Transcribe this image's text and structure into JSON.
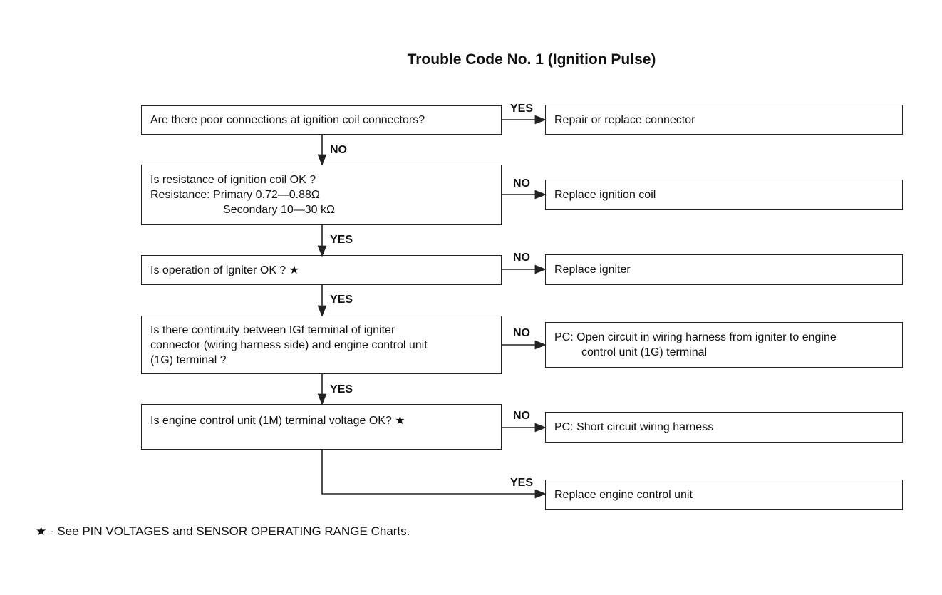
{
  "title": "Trouble Code No. 1 (Ignition Pulse)",
  "questions": [
    {
      "lines": [
        "Are there poor connections at ignition coil connectors?"
      ]
    },
    {
      "lines": [
        "Is resistance of ignition coil OK ?",
        "Resistance: Primary 0.72—0.88Ω",
        "Secondary 10—30 kΩ"
      ]
    },
    {
      "lines": [
        "Is operation of igniter OK ? ★"
      ]
    },
    {
      "lines": [
        "Is there continuity between IGf terminal of igniter",
        "connector (wiring harness side) and engine control unit",
        "(1G) terminal ?"
      ]
    },
    {
      "lines": [
        "Is engine control unit (1M) terminal voltage OK? ★"
      ]
    }
  ],
  "actions": [
    {
      "lines": [
        "Repair or replace connector"
      ]
    },
    {
      "lines": [
        "Replace ignition coil"
      ]
    },
    {
      "lines": [
        "Replace igniter"
      ]
    },
    {
      "lines": [
        "PC: Open circuit in wiring harness from igniter to engine",
        "control unit (1G) terminal"
      ]
    },
    {
      "lines": [
        "PC: Short circuit wiring harness"
      ]
    },
    {
      "lines": [
        "Replace engine control unit"
      ]
    }
  ],
  "branch_labels": {
    "q1_side": "YES",
    "q1_down": "NO",
    "q2_side": "NO",
    "q2_down": "YES",
    "q3_side": "NO",
    "q3_down": "YES",
    "q4_side": "NO",
    "q4_down": "YES",
    "q5_side": "NO",
    "q5_bottom": "YES"
  },
  "footnote": "★ - See PIN VOLTAGES and SENSOR OPERATING RANGE Charts."
}
